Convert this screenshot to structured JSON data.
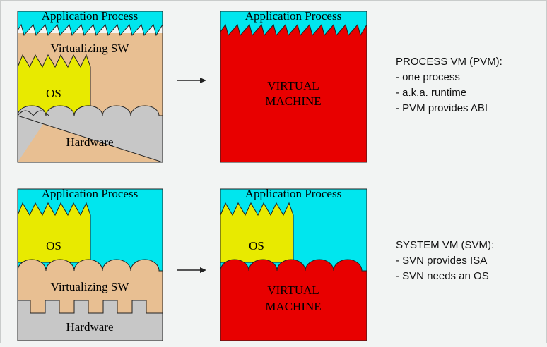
{
  "colors": {
    "application": "#00e6ee",
    "virtualizing": "#e8bf92",
    "os": "#e8ea00",
    "hardware": "#c7c7c7",
    "virtual_machine": "#e80000",
    "outline": "#222222"
  },
  "process_vm": {
    "left": {
      "application": "Application Process",
      "virtualizing": "Virtualizing SW",
      "os": "OS",
      "hardware": "Hardware"
    },
    "right": {
      "application": "Application Process",
      "vm_line1": "VIRTUAL",
      "vm_line2": "MACHINE"
    },
    "heading": "PROCESS VM (PVM):",
    "bullets": [
      "- one process",
      "- a.k.a. runtime",
      "- PVM provides ABI"
    ]
  },
  "system_vm": {
    "left": {
      "application": "Application Process",
      "os": "OS",
      "virtualizing": "Virtualizing SW",
      "hardware": "Hardware"
    },
    "right": {
      "application": "Application Process",
      "os": "OS",
      "vm_line1": "VIRTUAL",
      "vm_line2": "MACHINE"
    },
    "heading": "SYSTEM VM (SVM):",
    "bullets": [
      "- SVN provides ISA",
      "- SVN needs an OS"
    ]
  }
}
